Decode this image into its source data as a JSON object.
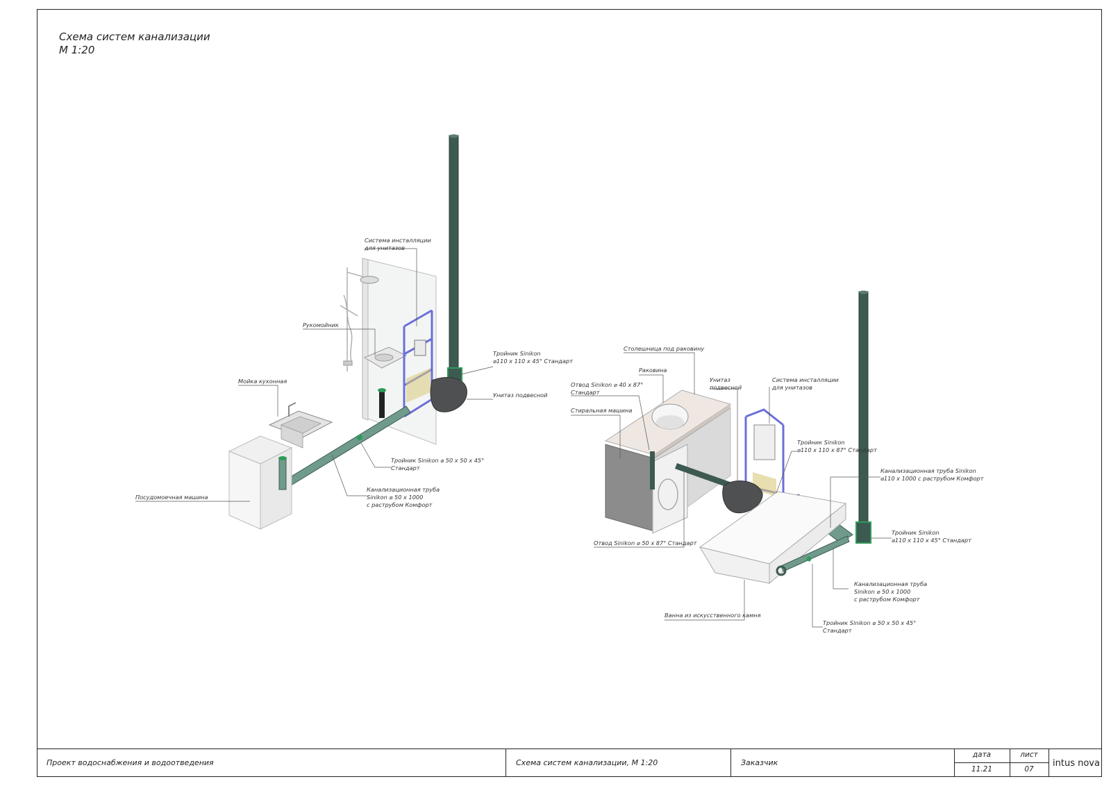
{
  "header": {
    "title": "Схема систем канализации",
    "scale": "М 1:20"
  },
  "left_labels": {
    "installation_system": "Система инсталляции\nдля унитазов",
    "hand_basin": "Рукомойник",
    "kitchen_sink": "Мойка кухонная",
    "dishwasher": "Посудомоечная машина",
    "tee_110": "Тройник Sinikon\n⌀110 x 110 x 45° Стандарт",
    "wall_toilet": "Унитаз подвесной",
    "tee_50": "Тройник Sinikon ⌀ 50 x 50 x 45°\nСтандарт",
    "pipe_50": "Канализационная труба\nSinikon ⌀ 50 x 1000\nс раструбом Комфорт"
  },
  "right_labels": {
    "countertop": "Столешница под раковину",
    "basin": "Раковина",
    "bend_40": "Отвод Sinikon ⌀ 40 x 87°\nСтандарт",
    "washing_machine": "Стиральная машина",
    "wall_toilet": "Унитаз\nподвесной",
    "installation_system": "Система инсталляции\nдля унитазов",
    "tee_110_87": "Тройник Sinikon\n⌀110 x 110 x 87° Стандарт",
    "pipe_110": "Канализационная труба Sinikon\n⌀110 x 1000 с раструбом Комфорт",
    "tee_110_45": "Тройник Sinikon\n⌀110 x 110 x 45° Стандарт",
    "bend_50": "Отвод Sinikon ⌀ 50 x 87° Стандарт",
    "pipe_50": "Канализационная труба\nSinikon ⌀ 50 x 1000\nс раструбом Комфорт",
    "stone_bath": "Ванна из искусственного камня",
    "tee_50": "Тройник Sinikon ⌀ 50 x 50 x 45°\nСтандарт"
  },
  "stamp": {
    "project": "Проект водоснабжения и водоотведения",
    "sheet_title": "Схема систем канализации, М 1:20",
    "customer": "Заказчик",
    "date_label": "дата",
    "date_value": "11.21",
    "sheet_label": "лист",
    "sheet_value": "07",
    "brand": "intus nova"
  },
  "colors": {
    "pipe": "#3d5a52",
    "pipe_light": "#6f9a8c",
    "frame_blue": "#6a6fd8",
    "fitting_green": "#2f9a5a"
  }
}
